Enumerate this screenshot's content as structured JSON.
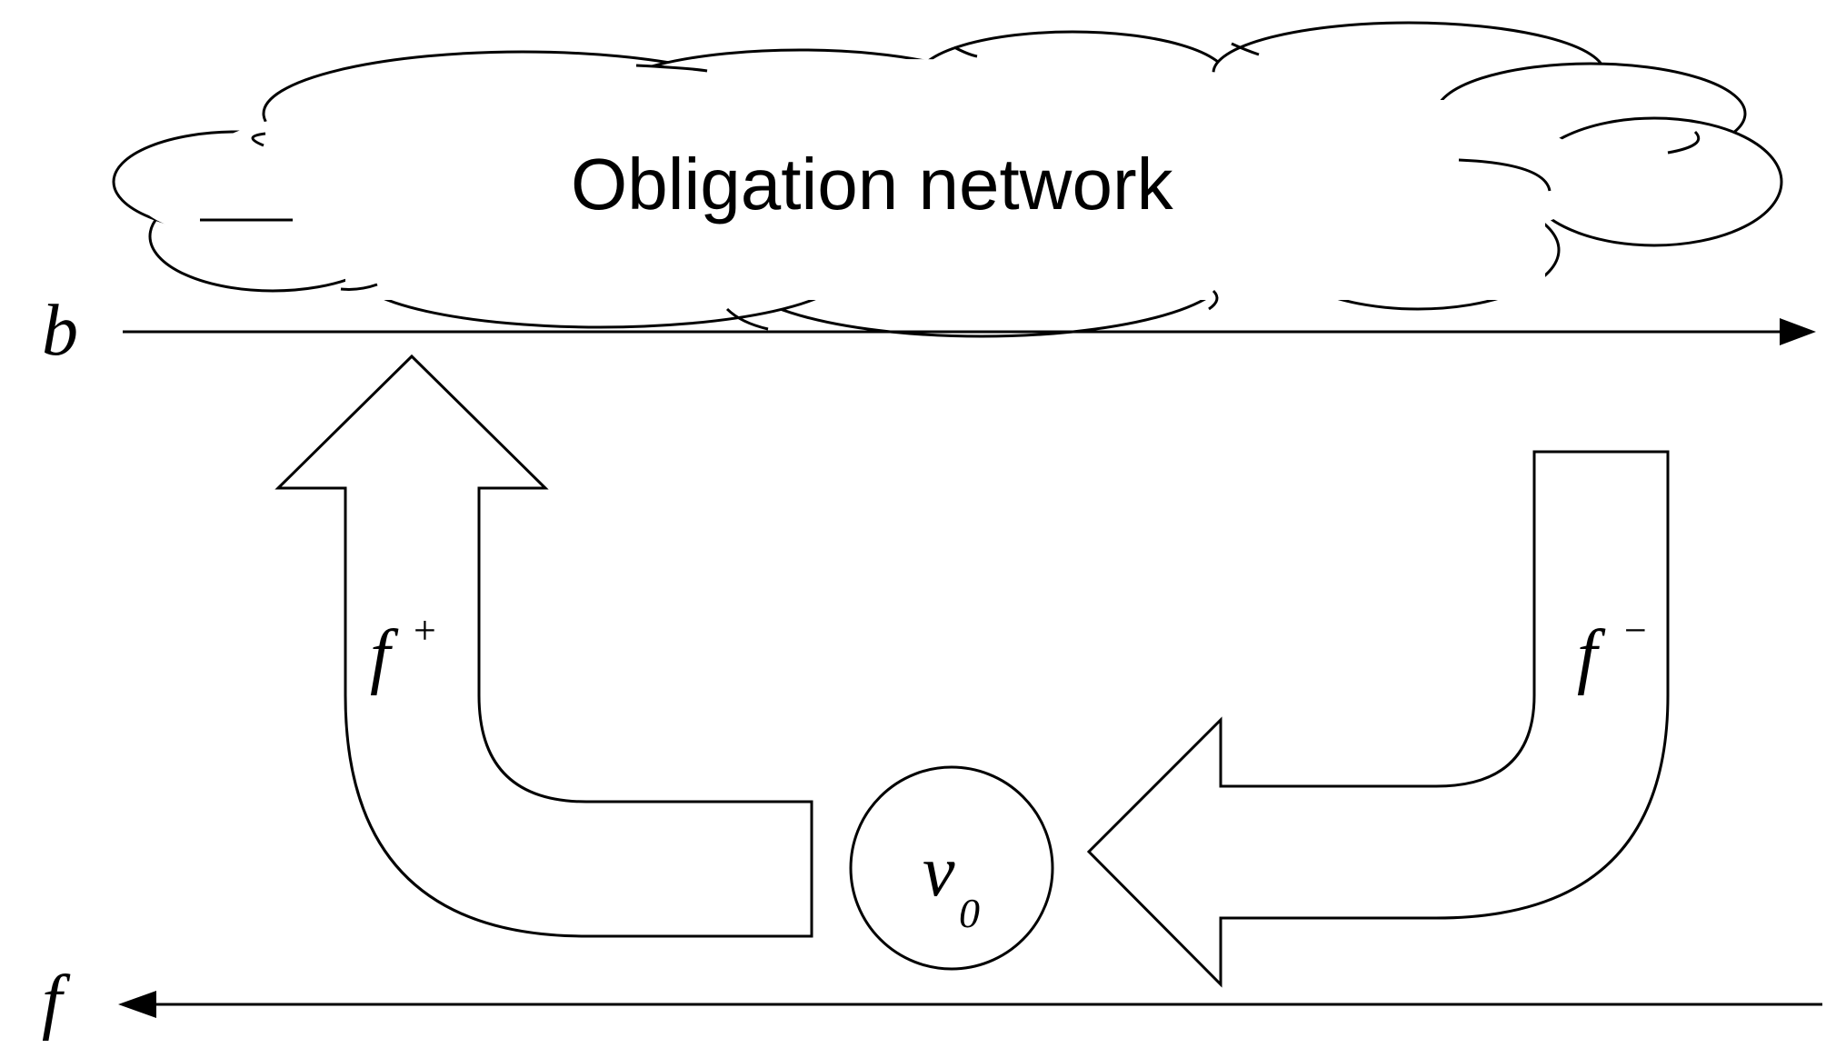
{
  "cloud": {
    "label": "Obligation network"
  },
  "axes": {
    "b_label": "b",
    "f_label": "f"
  },
  "arrows": {
    "f_plus": {
      "base": "f",
      "superscript": "+"
    },
    "f_minus": {
      "base": "f",
      "superscript": "−"
    }
  },
  "node": {
    "base": "v",
    "subscript": "0"
  }
}
